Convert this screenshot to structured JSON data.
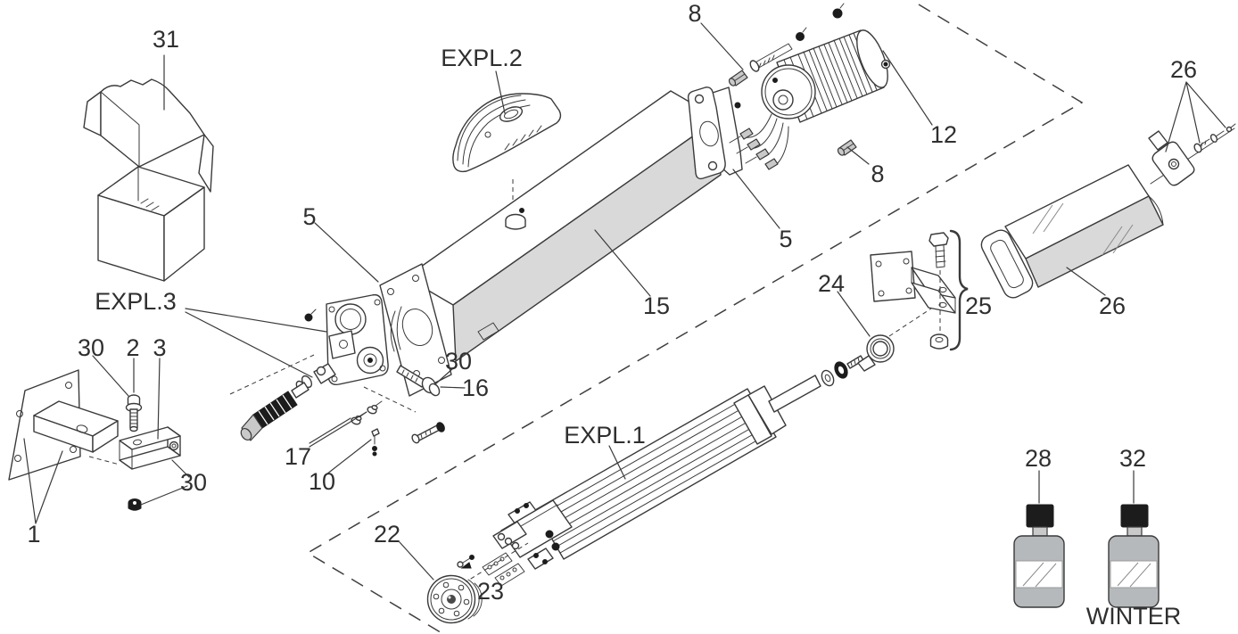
{
  "figure": {
    "kind": "exploded-parts-diagram",
    "background": "#ffffff",
    "line_color": "#3a3a3a",
    "shade_color": "#d9d9d9",
    "dark_color": "#1c1c1c",
    "bottle_color": "#b5b9bb",
    "callouts": {
      "box_31": "31",
      "cover_expl2": "EXPL.2",
      "screw_8_top": "8",
      "motor_12": "12",
      "screw_8_side": "8",
      "bracket_screws_26": "26",
      "flange_5_left": "5",
      "flange_5_right": "5",
      "tube_15": "15",
      "profile_tube_26": "26",
      "bracket_group_25": "25",
      "ball_joint_24": "24",
      "gear_group_expl3": "EXPL.3",
      "fastener_30_pin": "30",
      "pin_2": "2",
      "clevis_3": "3",
      "fastener_30_bolt": "30",
      "bolt_16": "16",
      "screws_17": "17",
      "screw_10": "10",
      "wall_plate_1": "1",
      "fastener_30_clevis": "30",
      "end_cap_22": "22",
      "gaskets_23": "23",
      "cylinder_expl1": "EXPL.1",
      "oil_bottle_28": "28",
      "oil_bottle_32": "32",
      "winter_caption": "WINTER"
    }
  }
}
